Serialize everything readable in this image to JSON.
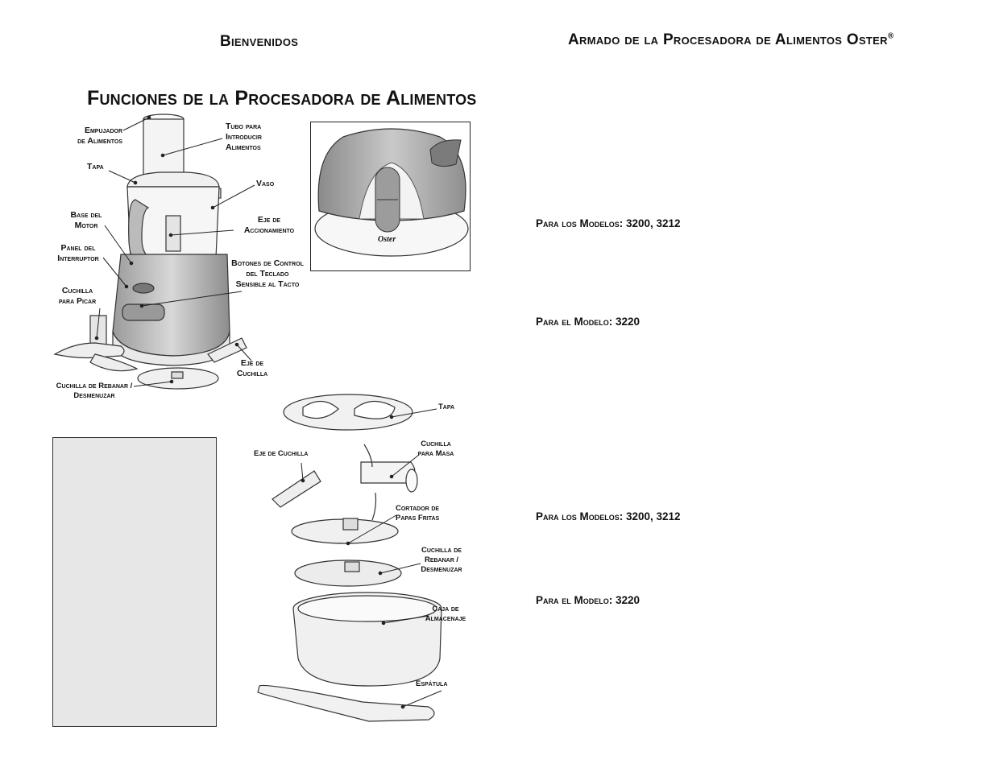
{
  "left_page": {
    "header": "Bienvenidos",
    "section_title": "Funciones de la Procesadora de Alimentos",
    "labels": {
      "empujador": [
        "Empujador",
        "de Alimentos"
      ],
      "tubo": [
        "Tubo para",
        "Introducir",
        "Alimentos"
      ],
      "tapa": "Tapa",
      "vaso": "Vaso",
      "base_motor": [
        "Base del",
        "Motor"
      ],
      "eje_accionamiento": [
        "Eje de",
        "Accionamiento"
      ],
      "panel_interruptor": [
        "Panel del",
        "Interruptor"
      ],
      "botones": [
        "Botones de Control",
        "del Teclado",
        "Sensible al Tacto"
      ],
      "cuchilla_picar": [
        "Cuchilla",
        "para Picar"
      ],
      "eje_cuchilla": [
        "Eje de",
        "Cuchilla"
      ],
      "cuchilla_rebanar": [
        "Cuchilla de Rebanar /",
        "Desmenuzar"
      ]
    },
    "inset_brand": "Oster",
    "accessories": {
      "tapa": "Tapa",
      "eje_cuchilla": "Eje de Cuchilla",
      "cuchilla_masa": [
        "Cuchilla",
        "para Masa"
      ],
      "cortador_papas": [
        "Cortador de",
        "Papas Fritas"
      ],
      "cuchilla_rebanar": [
        "Cuchilla de",
        "Rebanar /",
        "Desmenuzar"
      ],
      "caja": [
        "Caja de",
        "Almacenaje"
      ],
      "espatula": "Espátula"
    }
  },
  "right_page": {
    "header": "Armado de la Procesadora de Alimentos Oster",
    "header_mark": "®",
    "models": [
      "Para los Modelos: 3200, 3212",
      "Para el Modelo: 3220",
      "Para los Modelos: 3200, 3212",
      "Para el Modelo: 3220"
    ]
  }
}
